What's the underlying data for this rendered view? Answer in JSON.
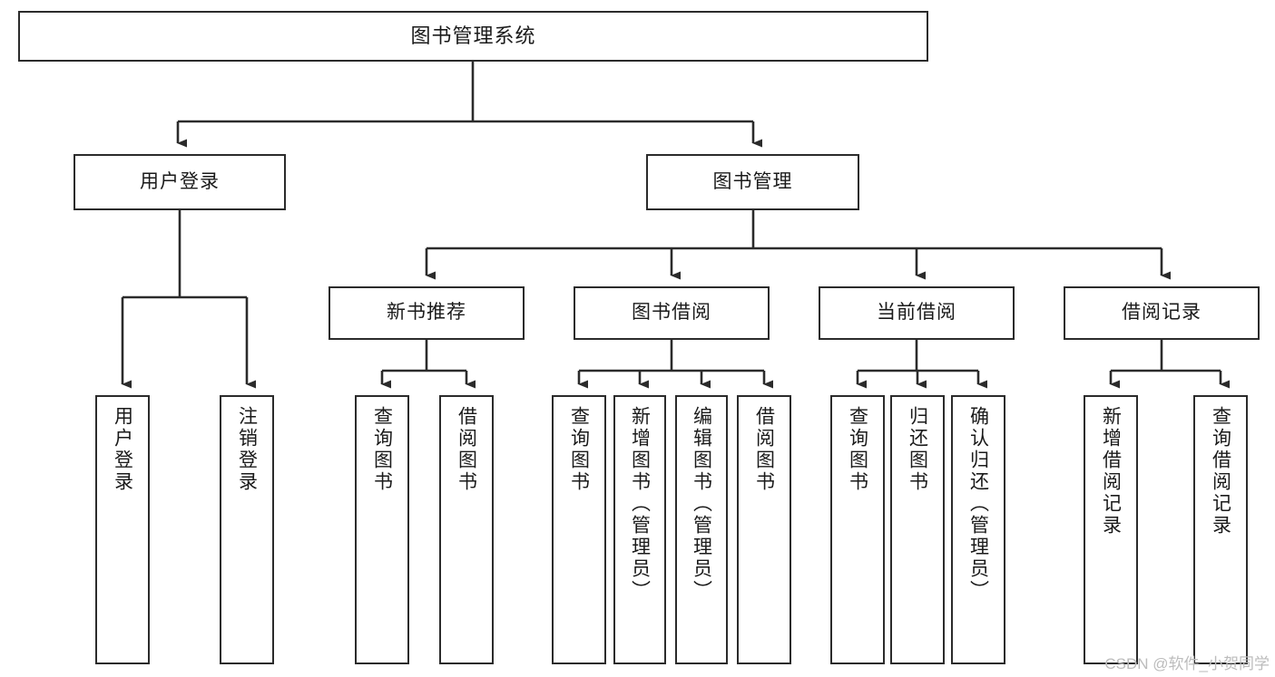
{
  "diagram": {
    "title": "图书管理系统",
    "type": "tree-hierarchy-chart",
    "orientation": "top-down",
    "line_color": "#2b2b2b",
    "box_fill": "#ffffff",
    "text_color": "#1a1a1a"
  },
  "watermark": {
    "text": "CSDN @软件_小贺同学",
    "color": "#bcbcbc"
  },
  "nodes": {
    "root": {
      "label": "图书管理系统"
    },
    "level2": [
      {
        "label": "用户登录"
      },
      {
        "label": "图书管理"
      }
    ],
    "level3": [
      {
        "label": "新书推荐"
      },
      {
        "label": "图书借阅"
      },
      {
        "label": "当前借阅"
      },
      {
        "label": "借阅记录"
      }
    ],
    "leaves": {
      "user_login": [
        {
          "label": "用户登录"
        },
        {
          "label": "注销登录"
        }
      ],
      "new_book_recommend": [
        {
          "label": "查询图书"
        },
        {
          "label": "借阅图书"
        }
      ],
      "book_borrow": [
        {
          "label": "查询图书"
        },
        {
          "label": "新增图书（管理员）"
        },
        {
          "label": "编辑图书（管理员）"
        },
        {
          "label": "借阅图书"
        }
      ],
      "current_borrow": [
        {
          "label": "查询图书"
        },
        {
          "label": "归还图书"
        },
        {
          "label": "确认归还（管理员）"
        }
      ],
      "borrow_record": [
        {
          "label": "新增借阅记录"
        },
        {
          "label": "查询借阅记录"
        }
      ]
    }
  }
}
